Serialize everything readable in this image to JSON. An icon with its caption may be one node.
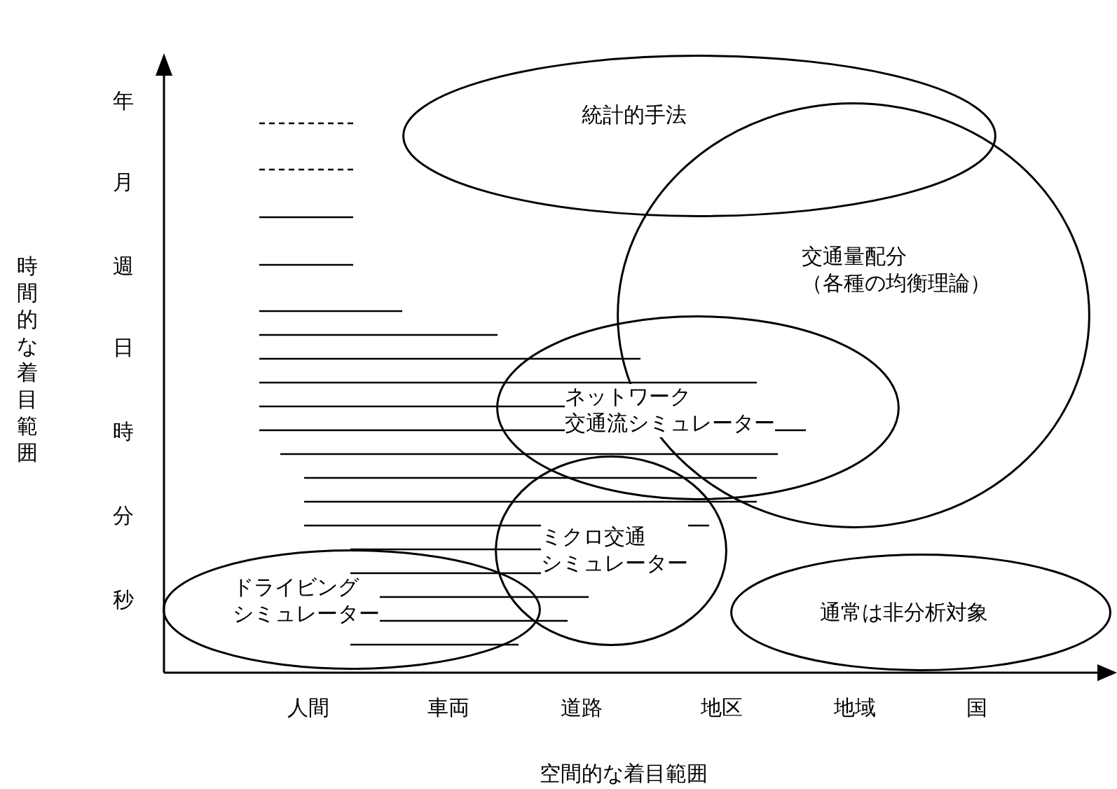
{
  "diagram": {
    "nodes": [
      {
        "text": [
          "統計的手法"
        ]
      },
      {
        "text": [
          "交通量配分（各種の均衡理論）"
        ]
      },
      {
        "text": [
          "ネットワーク交通流シミュレーター"
        ]
      },
      {
        "text": [
          "ミクロ交通シミュレーター"
        ]
      },
      {
        "text": [
          "ドライビングシミュレーター"
        ]
      },
      {
        "text": [
          "通常は非分析対象"
        ]
      }
    ],
    "labels": [
      "年",
      "月",
      "週",
      "時間的な着目範囲",
      "日",
      "時",
      "分",
      "秒",
      "人間",
      "車両",
      "道路",
      "地区",
      "地域",
      "国",
      "空間的な着目範囲"
    ]
  }
}
